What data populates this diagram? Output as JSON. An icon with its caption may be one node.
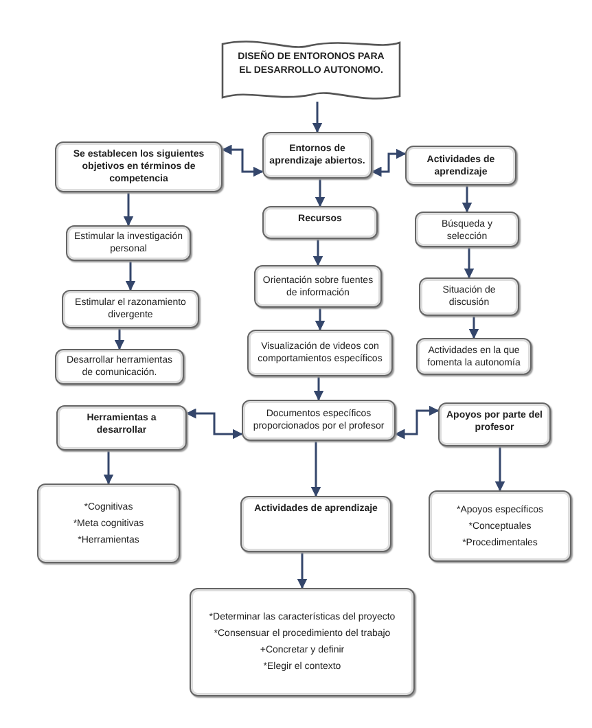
{
  "diagram": {
    "nodes": [
      {
        "text": [
          "DISEÑO DE ENTORONOS PARA EL DESARROLLO AUTONOMO."
        ]
      },
      {
        "text": [
          "Entornos de aprendizaje abiertos."
        ]
      },
      {
        "text": [
          "Se establecen los siguientes objetivos en términos de competencia"
        ]
      },
      {
        "text": [
          "Actividades de aprendizaje"
        ]
      },
      {
        "text": [
          "Recursos"
        ]
      },
      {
        "text": [
          "Estimular la investigación personal"
        ]
      },
      {
        "text": [
          "Búsqueda y selección"
        ]
      },
      {
        "text": [
          "Orientación sobre fuentes de información"
        ]
      },
      {
        "text": [
          "Situación de discusión"
        ]
      },
      {
        "text": [
          "Estimular el razonamiento divergente"
        ]
      },
      {
        "text": [
          "Visualización de videos con comportamientos específicos"
        ]
      },
      {
        "text": [
          "Actividades en la que fomenta la autonomía"
        ]
      },
      {
        "text": [
          "Desarrollar herramientas de comunicación."
        ]
      },
      {
        "text": [
          "Herramientas a desarrollar"
        ]
      },
      {
        "text": [
          "Documentos específicos proporcionados por el profesor"
        ]
      },
      {
        "text": [
          "Apoyos por parte del profesor"
        ]
      },
      {
        "text": [
          "*Cognitivas",
          "*Meta cognitivas",
          "*Herramientas"
        ]
      },
      {
        "text": [
          "Actividades de aprendizaje"
        ]
      },
      {
        "text": [
          "*Apoyos específicos",
          "*Conceptuales",
          "*Procedimentales"
        ]
      },
      {
        "text": [
          "*Determinar las características del proyecto",
          "*Consensuar el procedimiento del trabajo",
          "+Concretar y definir",
          "*Elegir el contexto"
        ]
      }
    ],
    "edges": [
      {
        "from": 0,
        "to": 1,
        "arrow": "to"
      },
      {
        "from": 1,
        "to": 2,
        "arrow": "both"
      },
      {
        "from": 1,
        "to": 3,
        "arrow": "both"
      },
      {
        "from": 1,
        "to": 4,
        "arrow": "to"
      },
      {
        "from": 2,
        "to": 5,
        "arrow": "to"
      },
      {
        "from": 5,
        "to": 9,
        "arrow": "to"
      },
      {
        "from": 9,
        "to": 12,
        "arrow": "to"
      },
      {
        "from": 3,
        "to": 6,
        "arrow": "to"
      },
      {
        "from": 6,
        "to": 8,
        "arrow": "to"
      },
      {
        "from": 8,
        "to": 11,
        "arrow": "to"
      },
      {
        "from": 4,
        "to": 7,
        "arrow": "to"
      },
      {
        "from": 7,
        "to": 10,
        "arrow": "to"
      },
      {
        "from": 10,
        "to": 14,
        "arrow": "to"
      },
      {
        "from": 14,
        "to": 13,
        "arrow": "both"
      },
      {
        "from": 14,
        "to": 15,
        "arrow": "both"
      },
      {
        "from": 13,
        "to": 16,
        "arrow": "to"
      },
      {
        "from": 14,
        "to": 17,
        "arrow": "to"
      },
      {
        "from": 15,
        "to": 18,
        "arrow": "to"
      },
      {
        "from": 17,
        "to": 19,
        "arrow": "to"
      }
    ]
  }
}
